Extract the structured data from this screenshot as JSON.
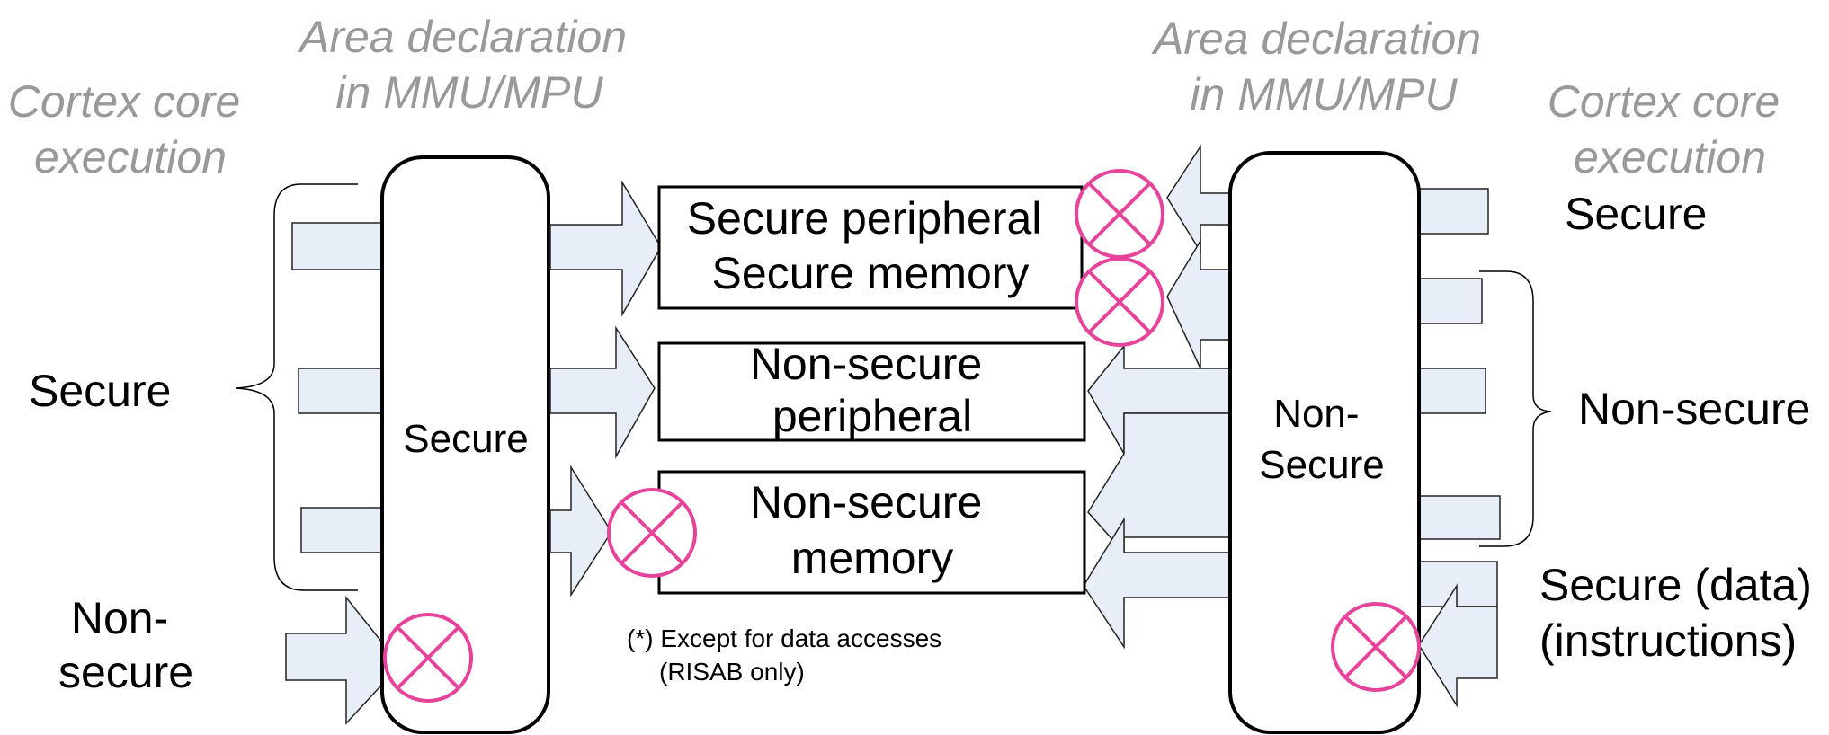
{
  "headers": {
    "left_core": [
      "Cortex core",
      "execution"
    ],
    "left_area": [
      "Area declaration",
      "in MMU/MPU"
    ],
    "right_area": [
      "Area declaration",
      "in MMU/MPU"
    ],
    "right_core": [
      "Cortex core",
      "execution"
    ]
  },
  "left_labels": {
    "secure": "Secure",
    "non_secure": [
      "Non-",
      "secure"
    ]
  },
  "right_labels": {
    "secure": "Secure",
    "non_secure": "Non-secure",
    "secure_data": "Secure (data)",
    "instructions": "(instructions)"
  },
  "columns": {
    "secure": "Secure",
    "non_secure": [
      "Non-",
      "Secure"
    ]
  },
  "blocks": {
    "secure_peripheral": [
      "Secure peripheral",
      "Secure memory"
    ],
    "ns_peripheral": [
      "Non-secure",
      "peripheral"
    ],
    "ns_memory": [
      "Non-secure",
      "memory"
    ]
  },
  "footnote": [
    "(*) Except for data accesses",
    "(RISAB only)"
  ],
  "colors": {
    "arrow_fill": "#e8eef7",
    "deny_marker": "#e6449a",
    "header_text": "#999999"
  },
  "icons": [
    "deny-x-marker-icon"
  ]
}
